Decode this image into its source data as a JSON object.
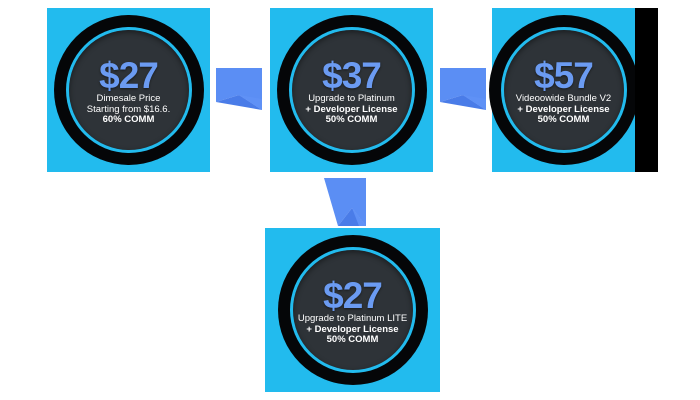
{
  "diagram": {
    "title": "Product funnel price cards",
    "colors": {
      "card_background": "#22bbee",
      "disc_outer": "#050608",
      "disc_ring": "#22bbee",
      "disc_inner": "#2e3338",
      "price_text": "#6b9bf2",
      "desc_text": "#ffffff",
      "arrow_fill": "#5b8ef4",
      "arrow_shade": "#4a7ce8",
      "shadow": "#000000",
      "page_background": "#ffffff"
    },
    "cards": [
      {
        "id": "front-end",
        "price": "$27",
        "lines": [
          {
            "text": "Dimesale Price",
            "bold": false
          },
          {
            "text": "Starting from $16.6.",
            "bold": false
          },
          {
            "text": "60% COMM",
            "bold": true
          }
        ]
      },
      {
        "id": "oto1-platinum",
        "price": "$37",
        "lines": [
          {
            "text": "Upgrade to Platinum",
            "bold": false
          },
          {
            "text": "+ Developer License",
            "bold": true
          },
          {
            "text": "50% COMM",
            "bold": true
          }
        ]
      },
      {
        "id": "oto2-videoowide-bundle",
        "price": "$57",
        "lines": [
          {
            "text": "Videoowide Bundle V2",
            "bold": false
          },
          {
            "text": "+ Developer License",
            "bold": true
          },
          {
            "text": "50% COMM",
            "bold": true
          }
        ]
      },
      {
        "id": "downsell-platinum-lite",
        "price": "$27",
        "lines": [
          {
            "text": "Upgrade to Platinum LITE",
            "bold": false
          },
          {
            "text": "+ Developer License",
            "bold": true
          },
          {
            "text": "50% COMM",
            "bold": true
          }
        ]
      }
    ],
    "arrows": [
      {
        "id": "arrow-1-to-2",
        "direction": "right"
      },
      {
        "id": "arrow-2-to-3",
        "direction": "right"
      },
      {
        "id": "arrow-2-to-4",
        "direction": "down"
      }
    ]
  }
}
